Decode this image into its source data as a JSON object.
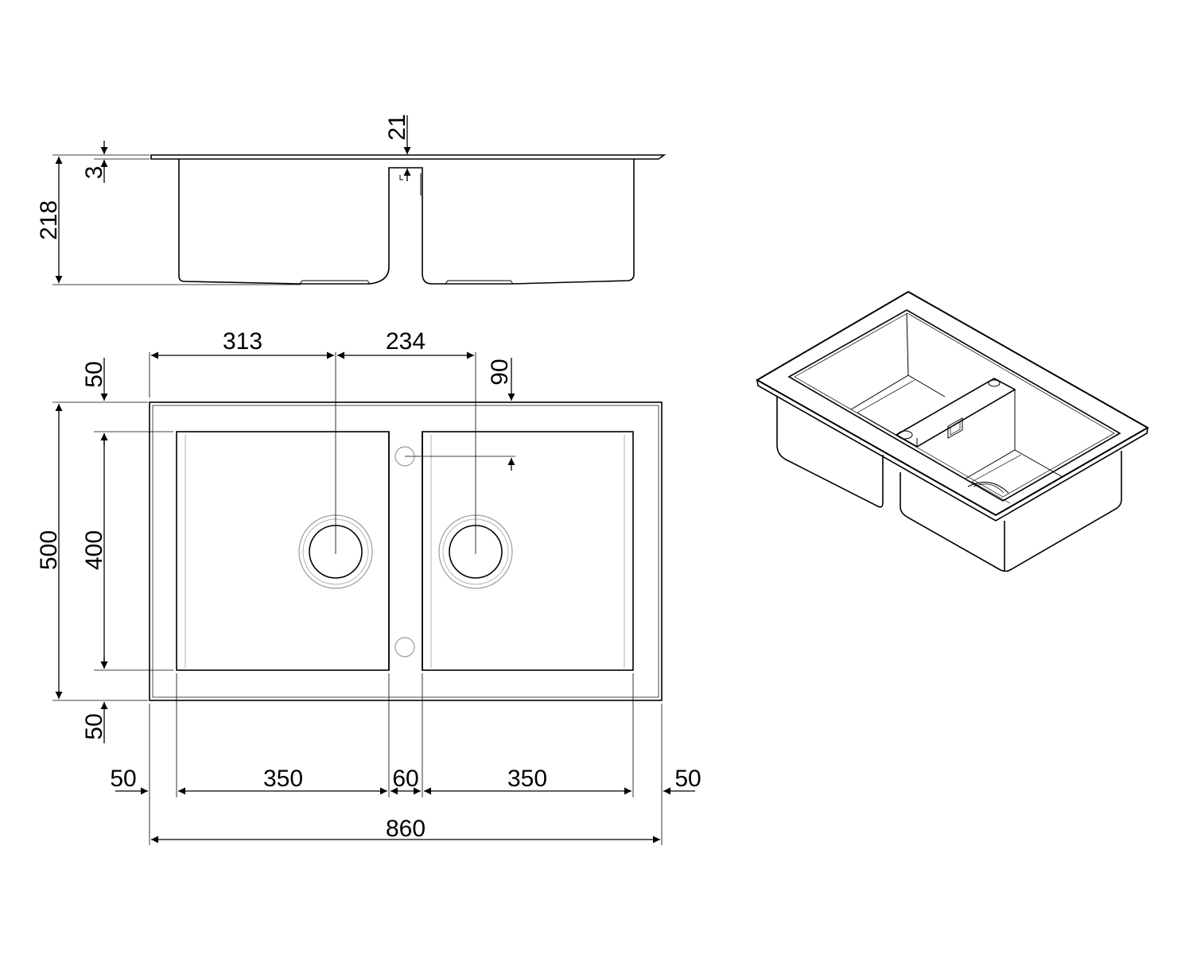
{
  "dimensions": {
    "flange_thickness": "3",
    "divider_depth": "21",
    "total_height": "218",
    "drain1_offset": "313",
    "drain_spacing": "234",
    "tap_hole_offset": "90",
    "top_margin": "50",
    "bottom_margin": "50",
    "overall_depth": "500",
    "bowl_depth": "400",
    "left_margin": "50",
    "bowl_left_width": "350",
    "divider_width": "60",
    "bowl_right_width": "350",
    "right_margin": "50",
    "overall_width": "860"
  },
  "colors": {
    "line": "#000000",
    "hidden_line": "#9a9a9a",
    "background": "#ffffff"
  }
}
